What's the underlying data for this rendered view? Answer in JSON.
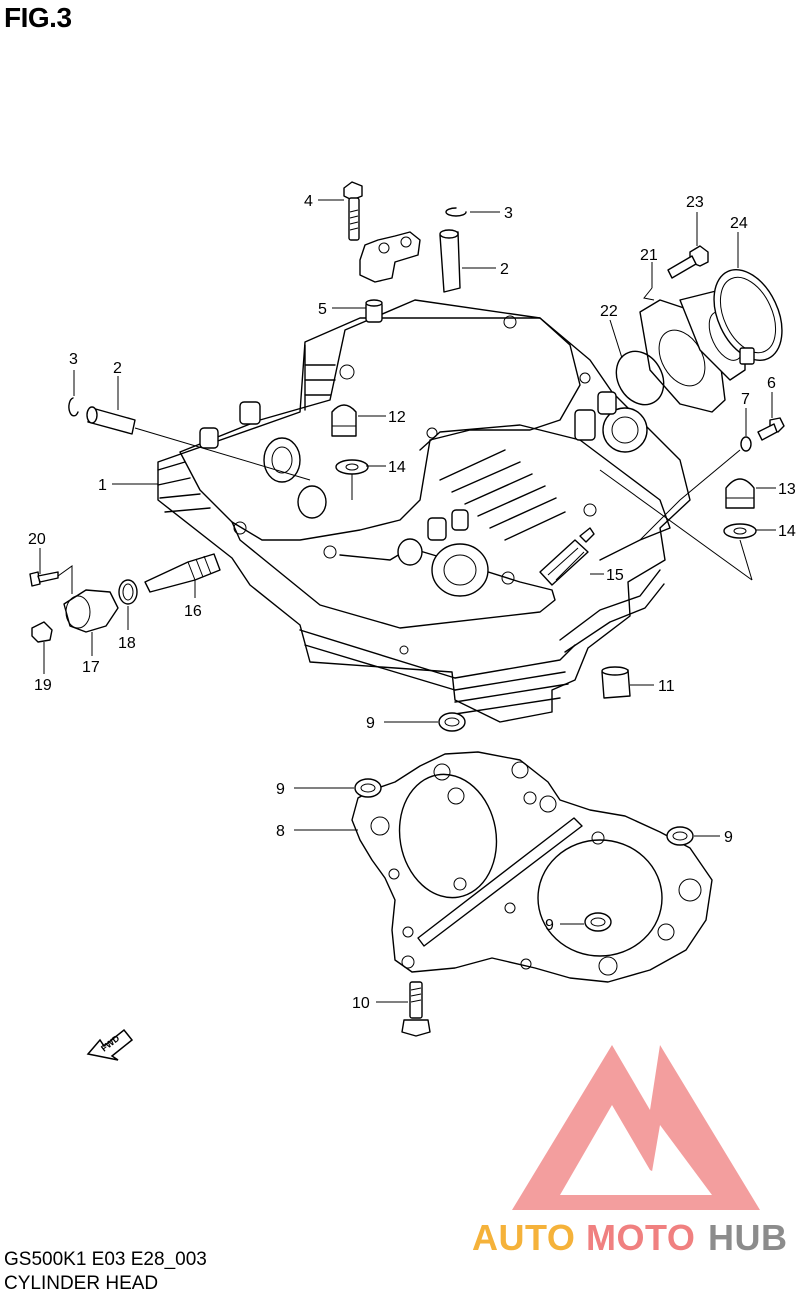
{
  "figure": {
    "title": "FIG.3"
  },
  "footer": {
    "model_code": "GS500K1 E03 E28_003",
    "caption": "CYLINDER HEAD"
  },
  "fwd_marker": "FWD",
  "watermark": {
    "part1": "AUTO",
    "part2": "MOTO",
    "part3": "HUB",
    "colors": {
      "auto": "#f5b23a",
      "moto": "#f08080",
      "hub": "#8c8c8c",
      "logo": "#f08080"
    }
  },
  "callouts": [
    {
      "id": "1",
      "label": "1"
    },
    {
      "id": "2a",
      "label": "2"
    },
    {
      "id": "2b",
      "label": "2"
    },
    {
      "id": "3a",
      "label": "3"
    },
    {
      "id": "3b",
      "label": "3"
    },
    {
      "id": "4",
      "label": "4"
    },
    {
      "id": "5",
      "label": "5"
    },
    {
      "id": "6",
      "label": "6"
    },
    {
      "id": "7",
      "label": "7"
    },
    {
      "id": "8",
      "label": "8"
    },
    {
      "id": "9a",
      "label": "9"
    },
    {
      "id": "9b",
      "label": "9"
    },
    {
      "id": "9c",
      "label": "9"
    },
    {
      "id": "9d",
      "label": "9"
    },
    {
      "id": "10",
      "label": "10"
    },
    {
      "id": "11",
      "label": "11"
    },
    {
      "id": "12",
      "label": "12"
    },
    {
      "id": "13",
      "label": "13"
    },
    {
      "id": "14a",
      "label": "14"
    },
    {
      "id": "14b",
      "label": "14"
    },
    {
      "id": "15",
      "label": "15"
    },
    {
      "id": "16",
      "label": "16"
    },
    {
      "id": "17",
      "label": "17"
    },
    {
      "id": "18",
      "label": "18"
    },
    {
      "id": "19",
      "label": "19"
    },
    {
      "id": "20",
      "label": "20"
    },
    {
      "id": "21",
      "label": "21"
    },
    {
      "id": "22",
      "label": "22"
    },
    {
      "id": "23",
      "label": "23"
    },
    {
      "id": "24",
      "label": "24"
    }
  ]
}
